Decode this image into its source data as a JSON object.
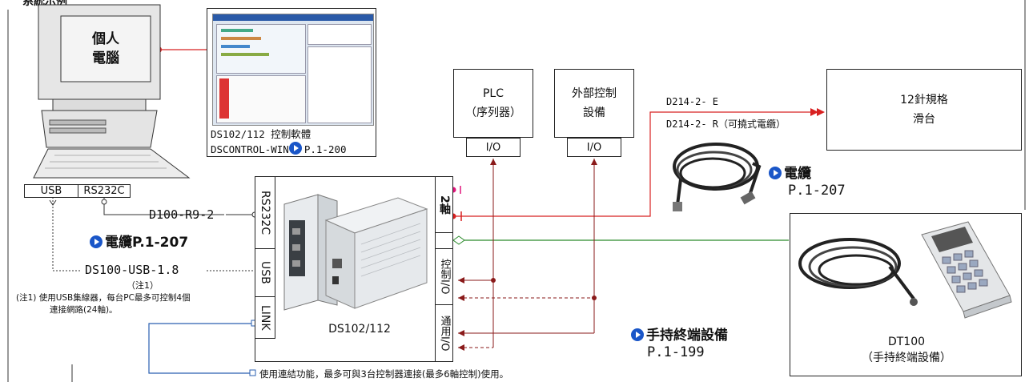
{
  "corner_label": "系統示例",
  "pc": {
    "label_line1": "個人",
    "label_line2": "電腦",
    "ports": [
      "USB",
      "RS232C"
    ]
  },
  "software": {
    "caption_line1": "DS102/112 控制軟體",
    "caption_line2": "DSCONTROL-WIN",
    "caption_page": "P.1-200"
  },
  "plc": {
    "line1": "PLC",
    "line2": "（序列器）",
    "io": "I/O"
  },
  "ext": {
    "line1": "外部控制",
    "line2": "設備",
    "io": "I/O"
  },
  "stage": {
    "line1": "12針規格",
    "line2": "滑台"
  },
  "cable_labels": {
    "c1": "D214-2-  E",
    "c2": "D214-2-  R（可撓式電纜）"
  },
  "cable_ref": {
    "title": "電纜",
    "page": "P.1-207"
  },
  "left_cable": {
    "part": "D100-R9-2",
    "ref": "電纜P.1-207"
  },
  "usb_cable": {
    "part": "DS100-USB-1.8",
    "note_ref": "（注1）",
    "note_line1": "(注1) 使用USB集線器，每台PC最多可控制4個",
    "note_line2": "連接網路(24軸)。"
  },
  "controller": {
    "ports": [
      "RS232C",
      "USB",
      "LINK"
    ],
    "right_ports": [
      "2軸",
      "控制I/O",
      "通用I/O"
    ],
    "name": "DS102/112"
  },
  "handheld_ref": {
    "title": "手持終端設備",
    "page": "P.1-199"
  },
  "dt100": {
    "line1": "DT100",
    "line2": "（手持終端設備）"
  },
  "link_note": "使用連結功能，最多可與3台控制器連接(最多6軸控制)使用。",
  "colors": {
    "red": "#d82020",
    "green": "#2a8a2a",
    "blue": "#1a56c8",
    "brown": "#8a1a1a",
    "link": "#2a5fb0",
    "magenta": "#e0147a"
  }
}
